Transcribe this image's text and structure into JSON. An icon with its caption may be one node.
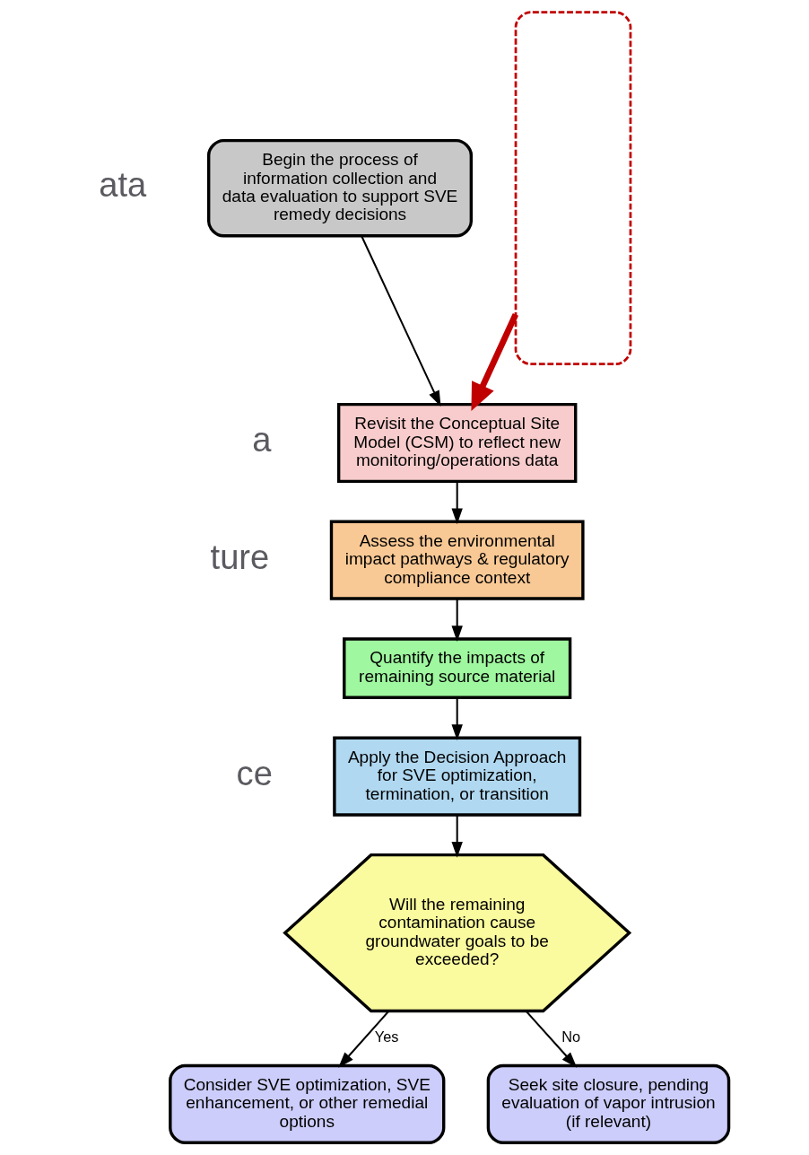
{
  "diagram": {
    "nodes": [
      {
        "text": [
          "Begin the process of information collection and data evaluation to support SVE remedy decisions"
        ]
      },
      {
        "text": [
          "Revisit the Conceptual Site Model (CSM) to reflect new monitoring/operations data"
        ]
      },
      {
        "text": [
          "Assess the environmental impact pathways & regulatory compliance context"
        ]
      },
      {
        "text": [
          "Quantify the impacts of remaining source material"
        ]
      },
      {
        "text": [
          "Apply the Decision Approach for SVE optimization, termination, or transition"
        ]
      },
      {
        "text": [
          "Will the remaining contamination cause groundwater goals to be exceeded?"
        ]
      },
      {
        "text": [
          "Consider SVE optimization, SVE enhancement, or other remedial options"
        ]
      },
      {
        "text": [
          "Seek site closure, pending evaluation of vapor intrusion (if relevant)"
        ]
      },
      {
        "text": [],
        "shape": "box"
      }
    ],
    "edges": [
      {
        "from": 0,
        "to": 1,
        "arrow": "to"
      },
      {
        "from": 1,
        "to": 2,
        "arrow": "to"
      },
      {
        "from": 2,
        "to": 3,
        "arrow": "to"
      },
      {
        "from": 3,
        "to": 4,
        "arrow": "to"
      },
      {
        "from": 4,
        "to": 5,
        "arrow": "to"
      },
      {
        "from": 5,
        "to": 6,
        "arrow": "to",
        "label": "Yes"
      },
      {
        "from": 5,
        "to": 7,
        "arrow": "to",
        "label": "No"
      },
      {
        "from": 8,
        "to": 1,
        "arrow": "to",
        "style": "thick",
        "color": "#c00000"
      }
    ],
    "labels": [
      "ata",
      "a",
      "ture",
      "ce"
    ]
  }
}
